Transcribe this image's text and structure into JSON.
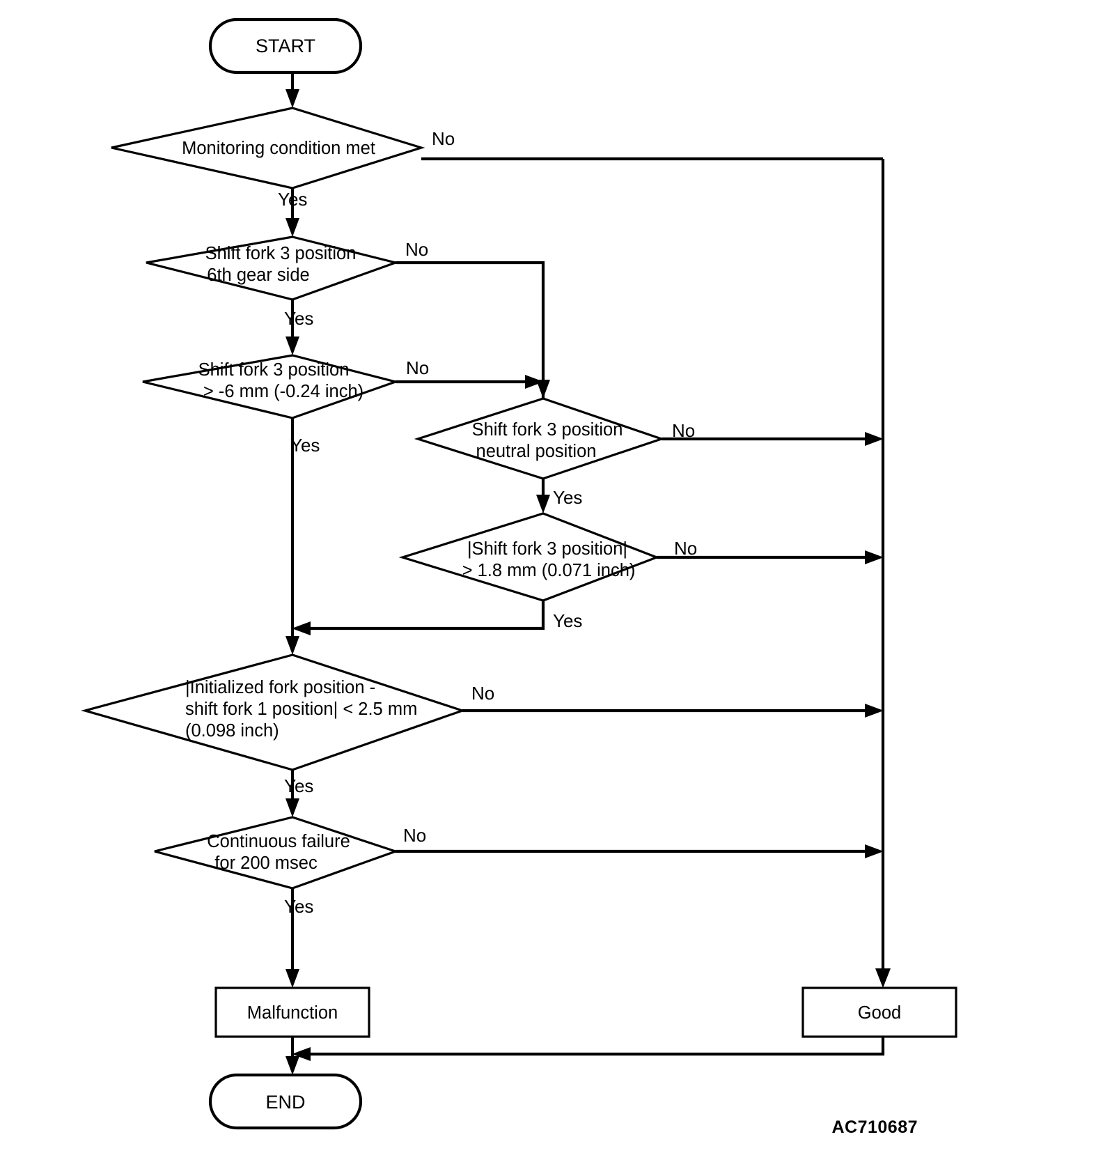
{
  "diagram": {
    "title": "Shift fork 3 position diagnostic logic flowchart",
    "figure_code": "AC710687",
    "colors": {
      "background": "#ffffff",
      "stroke": "#000000",
      "text": "#000000"
    },
    "nodes": {
      "start": {
        "type": "terminator",
        "label": "START"
      },
      "end": {
        "type": "terminator",
        "label": "END"
      },
      "d1": {
        "type": "decision",
        "line1": "Monitoring condition met",
        "line2": "",
        "line3": ""
      },
      "d2": {
        "type": "decision",
        "line1": "Shift fork 3 position",
        "line2": "6th gear side",
        "line3": ""
      },
      "d3": {
        "type": "decision",
        "line1": "Shift fork 3 position",
        "line2": "> -6 mm (-0.24 inch)",
        "line3": ""
      },
      "d4": {
        "type": "decision",
        "line1": "Shift fork 3 position",
        "line2": "neutral position",
        "line3": ""
      },
      "d5": {
        "type": "decision",
        "line1": "|Shift fork 3 position|",
        "line2": "> 1.8 mm (0.071 inch)",
        "line3": ""
      },
      "d6": {
        "type": "decision",
        "line1": "|Initialized fork position -",
        "line2": "shift fork 1 position| < 2.5 mm",
        "line3": "(0.098 inch)"
      },
      "d7": {
        "type": "decision",
        "line1": "Continuous failure",
        "line2": "for 200 msec",
        "line3": ""
      },
      "malfunction": {
        "type": "process",
        "label": "Malfunction"
      },
      "good": {
        "type": "process",
        "label": "Good"
      }
    },
    "edge_labels": {
      "d1_no": "No",
      "d1_yes": "Yes",
      "d2_no": "No",
      "d2_yes": "Yes",
      "d3_no": "No",
      "d3_yes": "Yes",
      "d4_no": "No",
      "d4_yes": "Yes",
      "d5_no": "No",
      "d5_yes": "Yes",
      "d6_no": "No",
      "d6_yes": "Yes",
      "d7_no": "No",
      "d7_yes": "Yes"
    }
  }
}
